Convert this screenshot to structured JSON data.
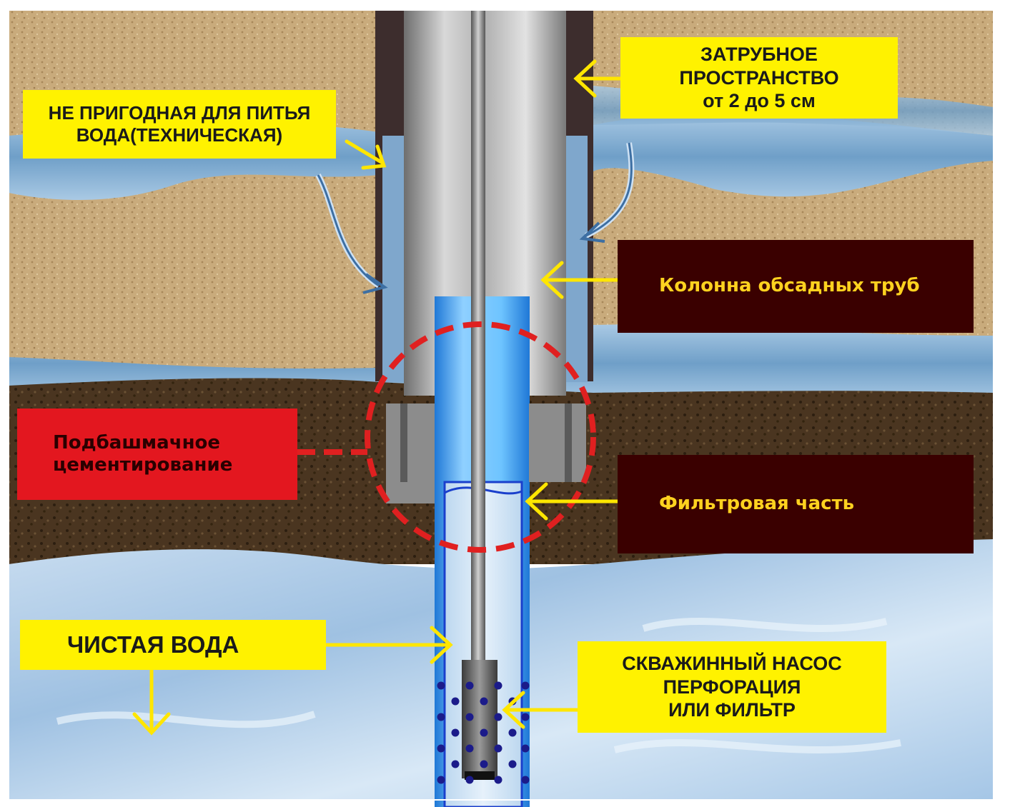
{
  "labels": {
    "annulus": {
      "line1": "ЗАТРУБНОЕ",
      "line2": "ПРОСТРАНСТВО",
      "line3": "от 2 до 5 см"
    },
    "technical_water": {
      "line1": "НЕ ПРИГОДНАЯ ДЛЯ ПИТЬЯ",
      "line2": "ВОДА(ТЕХНИЧЕСКАЯ)"
    },
    "casing": "Колонна обсадных труб",
    "cementing": {
      "line1": "Подбашмачное",
      "line2": "цементирование"
    },
    "filter_part": "Фильтровая часть",
    "clean_water": "ЧИСТАЯ ВОДА",
    "pump": {
      "line1": "СКВАЖИННЫЙ НАСОС",
      "line2": "ПЕРФОРАЦИЯ",
      "line3": "ИЛИ ФИЛЬТР"
    }
  },
  "colors": {
    "label_yellow": "#fff200",
    "label_dark": "#3a0000",
    "label_dark_text": "#ffd21f",
    "label_red": "#e3171f",
    "arrow_yellow": "#ffe600",
    "sand": "#c9ab7c",
    "soil": "#4a3520",
    "water_layer": "#8fb8d8",
    "aquifer": "#b6d3ec",
    "casing_steel": "#a8a8a8",
    "cement": "#3d2d2d",
    "filter_blue": "#3a9fe8",
    "cement_circle": "#e02020"
  }
}
